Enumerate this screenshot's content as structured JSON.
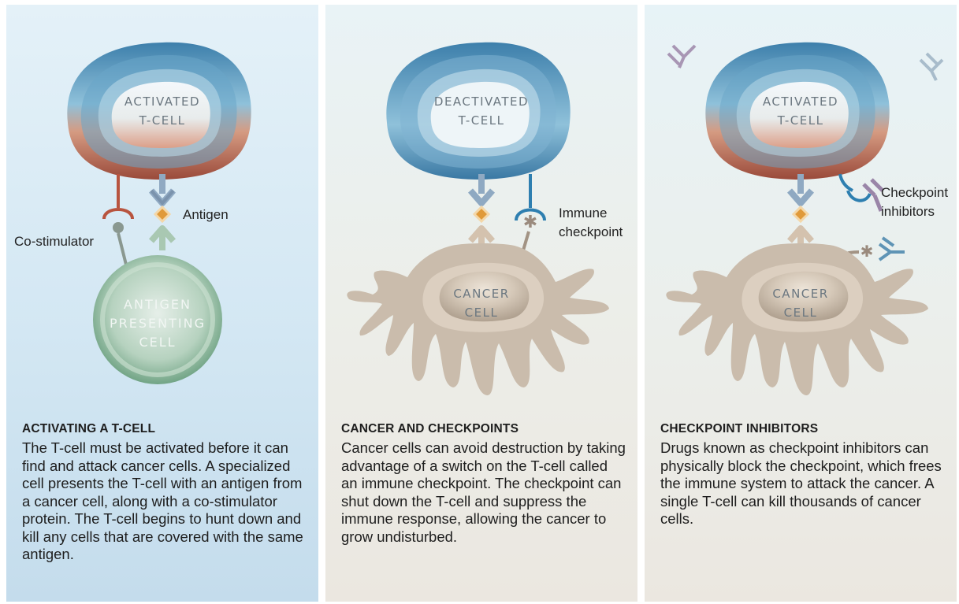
{
  "panels": [
    {
      "cell_top": [
        "ACTIVATED",
        "T-CELL"
      ],
      "cell_bottom": [
        "ANTIGEN",
        "PRESENTING",
        "CELL"
      ],
      "callouts": {
        "antigen": "Antigen",
        "costim": "Co-stimulator"
      },
      "heading": "ACTIVATING A T-CELL",
      "body": "The T-cell must be activated before it can find and attack cancer cells. A specialized cell presents the T-cell with an antigen from a cancer cell, along with a co-stimulator protein. The T-cell begins to hunt down and kill any cells that are covered with the same antigen."
    },
    {
      "cell_top": [
        "DEACTIVATED",
        "T-CELL"
      ],
      "cell_bottom": [
        "CANCER",
        "CELL"
      ],
      "callouts": {
        "checkpoint_1": "Immune",
        "checkpoint_2": "checkpoint"
      },
      "heading": "CANCER AND CHECKPOINTS",
      "body": "Cancer cells can avoid destruction by taking advantage of a switch on the T-cell called an immune checkpoint. The checkpoint can shut down the T-cell and suppress the immune response, allowing the cancer to grow undisturbed."
    },
    {
      "cell_top": [
        "ACTIVATED",
        "T-CELL"
      ],
      "cell_bottom": [
        "CANCER",
        "CELL"
      ],
      "callouts": {
        "inhibitors_1": "Checkpoint",
        "inhibitors_2": "inhibitors"
      },
      "heading": "CHECKPOINT INHIBITORS",
      "body": "Drugs known as checkpoint inhibitors can physically block the checkpoint, which frees the immune system to attack the cancer. A single T-cell can kill thousands of cancer cells."
    }
  ],
  "colors": {
    "tcell_blue": "#4a8fb8",
    "tcell_red": "#b8604a",
    "apc_green": "#6fa585",
    "cancer_tan": "#c4b6a6",
    "antigen_orange": "#e09a3a",
    "checkpoint_blue": "#2e7fb0",
    "inhibitor_purple": "#9a85a8"
  }
}
